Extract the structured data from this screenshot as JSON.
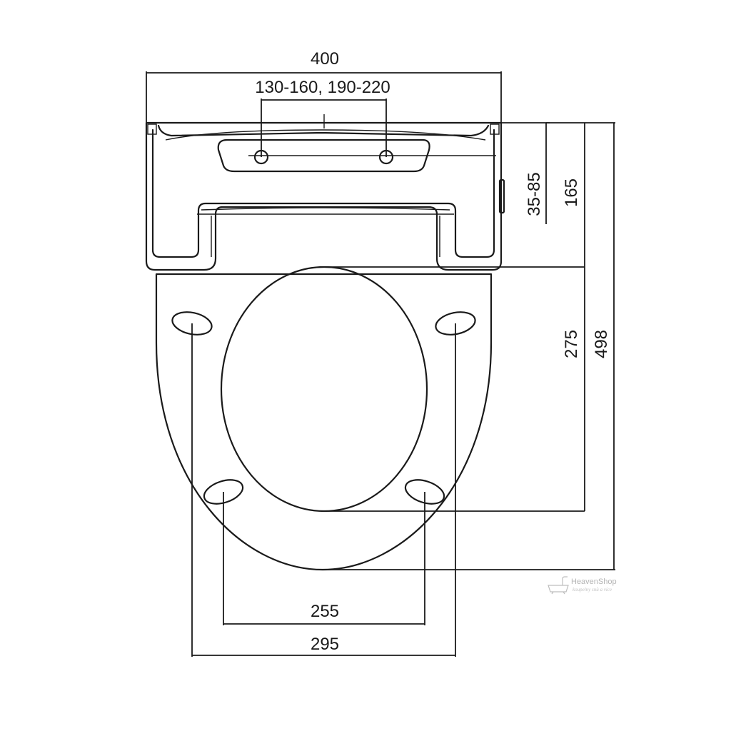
{
  "drawing": {
    "dimensions": {
      "overall_width": "400",
      "hinge_spacing": "130-160, 190-220",
      "hinge_offset": "35-85",
      "hinge_to_bowl_start": "165",
      "bowl_opening_length": "275",
      "overall_length": "498",
      "inner_fixing_spacing": "255",
      "outer_fixing_spacing": "295"
    },
    "watermark": {
      "brand": "HeavenShop",
      "tagline": "koupelny snů a více"
    }
  }
}
